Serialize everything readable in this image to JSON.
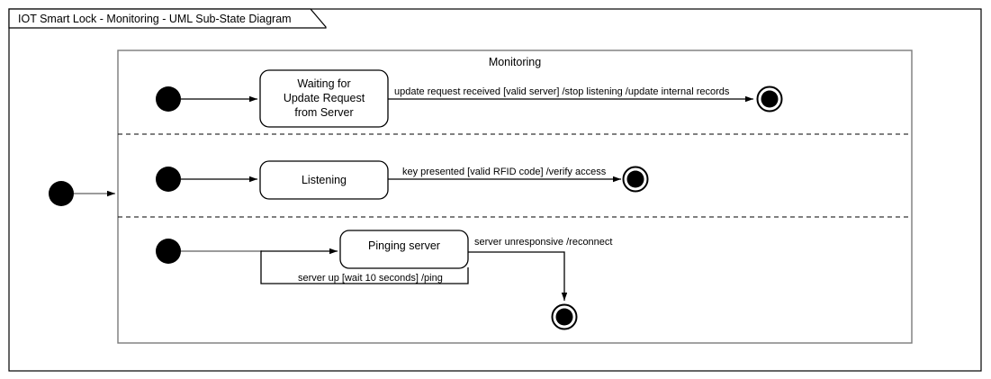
{
  "frame": {
    "title": "IOT Smart Lock - Monitoring - UML Sub-State Diagram"
  },
  "composite_state": {
    "name": "Monitoring"
  },
  "regions": [
    {
      "id": "region-update",
      "state": {
        "name": "Waiting for Update Request from Server",
        "lines": [
          "Waiting for",
          "Update Request",
          "from Server"
        ]
      },
      "transition": {
        "label": "update request received [valid server] /stop listening /update internal records",
        "trigger": "update request received",
        "guard": "[valid server]",
        "effects": "/stop listening /update internal records"
      },
      "initial_node": "initial-state-node",
      "final_node": "final-state-node"
    },
    {
      "id": "region-listening",
      "state": {
        "name": "Listening",
        "lines": [
          "Listening"
        ]
      },
      "transition": {
        "label": "key presented [valid RFID code] /verify access",
        "trigger": "key presented",
        "guard": "[valid RFID code]",
        "effects": "/verify access"
      },
      "initial_node": "initial-state-node",
      "final_node": "final-state-node"
    },
    {
      "id": "region-ping",
      "state": {
        "name": "Pinging server",
        "lines": [
          "Pinging server"
        ]
      },
      "transition": {
        "label": "server unresponsive /reconnect",
        "trigger": "server unresponsive",
        "guard": "",
        "effects": "/reconnect"
      },
      "self_transition": {
        "label": "server up [wait 10 seconds] /ping",
        "trigger": "server up",
        "guard": "[wait 10 seconds]",
        "effects": "/ping"
      },
      "initial_node": "initial-state-node",
      "final_node": "final-state-node"
    }
  ],
  "colors": {
    "stroke": "#000000",
    "frame_stroke": "#808080",
    "background": "#ffffff",
    "node_fill": "#000000"
  }
}
